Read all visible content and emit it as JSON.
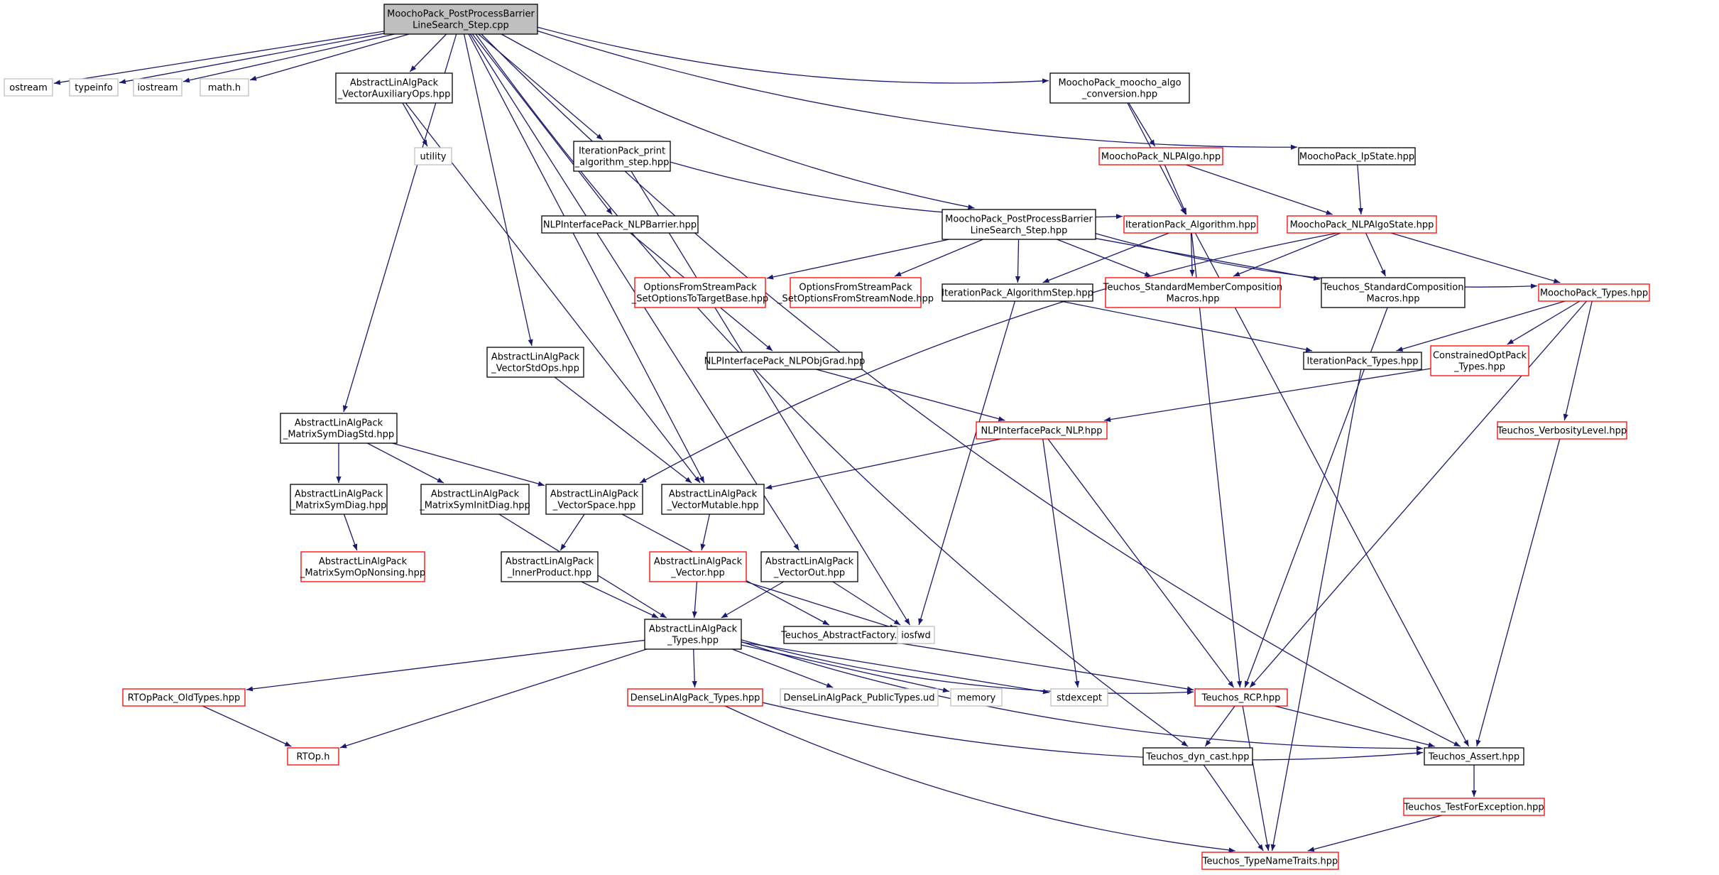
{
  "colors": {
    "edge": "#191970",
    "root_fill": "#bfbfbf",
    "border_normal": "#000000",
    "border_red": "#ff0000",
    "border_gray": "#bfbfbf"
  },
  "nodes": [
    {
      "id": "root",
      "lines": [
        "MoochoPack_PostProcessBarrier",
        "LineSearch_Step.cpp"
      ],
      "style": "root"
    },
    {
      "id": "ostream",
      "lines": [
        "ostream"
      ],
      "style": "gray"
    },
    {
      "id": "typeinfo",
      "lines": [
        "typeinfo"
      ],
      "style": "gray"
    },
    {
      "id": "iostream",
      "lines": [
        "iostream"
      ],
      "style": "gray"
    },
    {
      "id": "mathh",
      "lines": [
        "math.h"
      ],
      "style": "gray"
    },
    {
      "id": "vecaux",
      "lines": [
        "AbstractLinAlgPack",
        "_VectorAuxiliaryOps.hpp"
      ],
      "style": "normal"
    },
    {
      "id": "utility",
      "lines": [
        "utility"
      ],
      "style": "gray"
    },
    {
      "id": "moochoconv",
      "lines": [
        "MoochoPack_moocho_algo",
        "_conversion.hpp"
      ],
      "style": "normal"
    },
    {
      "id": "nlpalgo",
      "lines": [
        "MoochoPack_NLPAlgo.hpp"
      ],
      "style": "red"
    },
    {
      "id": "ipstate",
      "lines": [
        "MoochoPack_IpState.hpp"
      ],
      "style": "normal"
    },
    {
      "id": "iterprint",
      "lines": [
        "IterationPack_print",
        "_algorithm_step.hpp"
      ],
      "style": "normal"
    },
    {
      "id": "nlpbarrier",
      "lines": [
        "NLPInterfacePack_NLPBarrier.hpp"
      ],
      "style": "normal"
    },
    {
      "id": "ppbh",
      "lines": [
        "MoochoPack_PostProcessBarrier",
        "LineSearch_Step.hpp"
      ],
      "style": "normal"
    },
    {
      "id": "iteralgo",
      "lines": [
        "IterationPack_Algorithm.hpp"
      ],
      "style": "red"
    },
    {
      "id": "nlpalgostate",
      "lines": [
        "MoochoPack_NLPAlgoState.hpp"
      ],
      "style": "red"
    },
    {
      "id": "optstarget",
      "lines": [
        "OptionsFromStreamPack",
        "_SetOptionsToTargetBase.hpp"
      ],
      "style": "red"
    },
    {
      "id": "optsnode",
      "lines": [
        "OptionsFromStreamPack",
        "_SetOptionsFromStreamNode.hpp"
      ],
      "style": "red"
    },
    {
      "id": "iteralgostep",
      "lines": [
        "IterationPack_AlgorithmStep.hpp"
      ],
      "style": "normal"
    },
    {
      "id": "stdmember",
      "lines": [
        "Teuchos_StandardMemberComposition",
        "Macros.hpp"
      ],
      "style": "red"
    },
    {
      "id": "stdcomp",
      "lines": [
        "Teuchos_StandardComposition",
        "Macros.hpp"
      ],
      "style": "normal"
    },
    {
      "id": "moochotypes",
      "lines": [
        "MoochoPack_Types.hpp"
      ],
      "style": "red"
    },
    {
      "id": "vecstdops",
      "lines": [
        "AbstractLinAlgPack",
        "_VectorStdOps.hpp"
      ],
      "style": "normal"
    },
    {
      "id": "nlpobjgrad",
      "lines": [
        "NLPInterfacePack_NLPObjGrad.hpp"
      ],
      "style": "normal"
    },
    {
      "id": "itertypes",
      "lines": [
        "IterationPack_Types.hpp"
      ],
      "style": "normal"
    },
    {
      "id": "constropt",
      "lines": [
        "ConstrainedOptPack",
        "_Types.hpp"
      ],
      "style": "red"
    },
    {
      "id": "matsymdiagstd",
      "lines": [
        "AbstractLinAlgPack",
        "_MatrixSymDiagStd.hpp"
      ],
      "style": "normal"
    },
    {
      "id": "nlp",
      "lines": [
        "NLPInterfacePack_NLP.hpp"
      ],
      "style": "red"
    },
    {
      "id": "verbosity",
      "lines": [
        "Teuchos_VerbosityLevel.hpp"
      ],
      "style": "red"
    },
    {
      "id": "matsymdiag",
      "lines": [
        "AbstractLinAlgPack",
        "_MatrixSymDiag.hpp"
      ],
      "style": "normal"
    },
    {
      "id": "matsyminit",
      "lines": [
        "AbstractLinAlgPack",
        "_MatrixSymInitDiag.hpp"
      ],
      "style": "normal"
    },
    {
      "id": "vecspace",
      "lines": [
        "AbstractLinAlgPack",
        "_VectorSpace.hpp"
      ],
      "style": "normal"
    },
    {
      "id": "vecmut",
      "lines": [
        "AbstractLinAlgPack",
        "_VectorMutable.hpp"
      ],
      "style": "normal"
    },
    {
      "id": "matsymop",
      "lines": [
        "AbstractLinAlgPack",
        "_MatrixSymOpNonsing.hpp"
      ],
      "style": "red"
    },
    {
      "id": "innerprod",
      "lines": [
        "AbstractLinAlgPack",
        "_InnerProduct.hpp"
      ],
      "style": "normal"
    },
    {
      "id": "vector",
      "lines": [
        "AbstractLinAlgPack",
        "_Vector.hpp"
      ],
      "style": "red"
    },
    {
      "id": "vecout",
      "lines": [
        "AbstractLinAlgPack",
        "_VectorOut.hpp"
      ],
      "style": "normal"
    },
    {
      "id": "altypes",
      "lines": [
        "AbstractLinAlgPack",
        "_Types.hpp"
      ],
      "style": "normal"
    },
    {
      "id": "absfactory",
      "lines": [
        "Teuchos_AbstractFactory.hpp"
      ],
      "style": "normal"
    },
    {
      "id": "iosfwd",
      "lines": [
        "iosfwd"
      ],
      "style": "gray"
    },
    {
      "id": "rtopold",
      "lines": [
        "RTOpPack_OldTypes.hpp"
      ],
      "style": "red"
    },
    {
      "id": "denselin",
      "lines": [
        "DenseLinAlgPack_Types.hpp"
      ],
      "style": "red"
    },
    {
      "id": "densepub",
      "lines": [
        "DenseLinAlgPack_PublicTypes.ud"
      ],
      "style": "gray"
    },
    {
      "id": "memory",
      "lines": [
        "memory"
      ],
      "style": "gray"
    },
    {
      "id": "stdexcept",
      "lines": [
        "stdexcept"
      ],
      "style": "gray"
    },
    {
      "id": "rcp",
      "lines": [
        "Teuchos_RCP.hpp"
      ],
      "style": "red"
    },
    {
      "id": "rtoph",
      "lines": [
        "RTOp.h"
      ],
      "style": "red"
    },
    {
      "id": "dyncast",
      "lines": [
        "Teuchos_dyn_cast.hpp"
      ],
      "style": "normal"
    },
    {
      "id": "assert",
      "lines": [
        "Teuchos_Assert.hpp"
      ],
      "style": "normal"
    },
    {
      "id": "testforexc",
      "lines": [
        "Teuchos_TestForException.hpp"
      ],
      "style": "red"
    },
    {
      "id": "typename",
      "lines": [
        "Teuchos_TypeNameTraits.hpp"
      ],
      "style": "red"
    }
  ],
  "edges": [
    [
      "root",
      "ostream"
    ],
    [
      "root",
      "typeinfo"
    ],
    [
      "root",
      "iostream"
    ],
    [
      "root",
      "mathh"
    ],
    [
      "root",
      "vecaux"
    ],
    [
      "root",
      "moochoconv"
    ],
    [
      "root",
      "ipstate"
    ],
    [
      "root",
      "iterprint"
    ],
    [
      "root",
      "nlpbarrier"
    ],
    [
      "root",
      "ppbh"
    ],
    [
      "root",
      "vecstdops"
    ],
    [
      "root",
      "matsymdiagstd"
    ],
    [
      "root",
      "vecmut"
    ],
    [
      "root",
      "vecout"
    ],
    [
      "root",
      "dyncast"
    ],
    [
      "root",
      "assert"
    ],
    [
      "vecaux",
      "utility"
    ],
    [
      "vecaux",
      "vecmut"
    ],
    [
      "moochoconv",
      "nlpalgo"
    ],
    [
      "moochoconv",
      "iteralgo"
    ],
    [
      "nlpalgo",
      "iteralgo"
    ],
    [
      "nlpalgo",
      "nlpalgostate"
    ],
    [
      "ipstate",
      "nlpalgostate"
    ],
    [
      "iterprint",
      "iteralgo"
    ],
    [
      "iterprint",
      "iosfwd"
    ],
    [
      "nlpbarrier",
      "nlpobjgrad"
    ],
    [
      "ppbh",
      "optstarget"
    ],
    [
      "ppbh",
      "optsnode"
    ],
    [
      "ppbh",
      "iteralgostep"
    ],
    [
      "ppbh",
      "stdmember"
    ],
    [
      "ppbh",
      "stdcomp"
    ],
    [
      "ppbh",
      "moochotypes"
    ],
    [
      "iteralgo",
      "iteralgostep"
    ],
    [
      "iteralgo",
      "stdmember"
    ],
    [
      "iteralgo",
      "rcp"
    ],
    [
      "iteralgo",
      "assert"
    ],
    [
      "nlpalgostate",
      "stdmember"
    ],
    [
      "nlpalgostate",
      "stdcomp"
    ],
    [
      "nlpalgostate",
      "moochotypes"
    ],
    [
      "nlpalgostate",
      "vecspace"
    ],
    [
      "iteralgostep",
      "itertypes"
    ],
    [
      "iteralgostep",
      "iosfwd"
    ],
    [
      "stdcomp",
      "rcp"
    ],
    [
      "moochotypes",
      "itertypes"
    ],
    [
      "moochotypes",
      "constropt"
    ],
    [
      "moochotypes",
      "verbosity"
    ],
    [
      "moochotypes",
      "rcp"
    ],
    [
      "itertypes",
      "typename"
    ],
    [
      "constropt",
      "nlp"
    ],
    [
      "vecstdops",
      "vecmut"
    ],
    [
      "nlpobjgrad",
      "nlp"
    ],
    [
      "matsymdiagstd",
      "matsymdiag"
    ],
    [
      "matsymdiagstd",
      "matsyminit"
    ],
    [
      "matsymdiagstd",
      "vecspace"
    ],
    [
      "nlp",
      "vecmut"
    ],
    [
      "nlp",
      "stdexcept"
    ],
    [
      "nlp",
      "rcp"
    ],
    [
      "verbosity",
      "assert"
    ],
    [
      "matsymdiag",
      "matsymop"
    ],
    [
      "matsyminit",
      "altypes"
    ],
    [
      "vecspace",
      "innerprod"
    ],
    [
      "vecspace",
      "absfactory"
    ],
    [
      "vecmut",
      "vector"
    ],
    [
      "innerprod",
      "altypes"
    ],
    [
      "vector",
      "altypes"
    ],
    [
      "vector",
      "iosfwd"
    ],
    [
      "vecout",
      "altypes"
    ],
    [
      "vecout",
      "iosfwd"
    ],
    [
      "altypes",
      "rtopold"
    ],
    [
      "altypes",
      "rtoph"
    ],
    [
      "altypes",
      "denselin"
    ],
    [
      "altypes",
      "densepub"
    ],
    [
      "altypes",
      "memory"
    ],
    [
      "altypes",
      "stdexcept"
    ],
    [
      "altypes",
      "rcp"
    ],
    [
      "altypes",
      "assert"
    ],
    [
      "absfactory",
      "rcp"
    ],
    [
      "rtopold",
      "rtoph"
    ],
    [
      "denselin",
      "assert"
    ],
    [
      "denselin",
      "typename"
    ],
    [
      "rcp",
      "dyncast"
    ],
    [
      "rcp",
      "assert"
    ],
    [
      "rcp",
      "typename"
    ],
    [
      "dyncast",
      "typename"
    ],
    [
      "assert",
      "testforexc"
    ],
    [
      "testforexc",
      "typename"
    ]
  ]
}
